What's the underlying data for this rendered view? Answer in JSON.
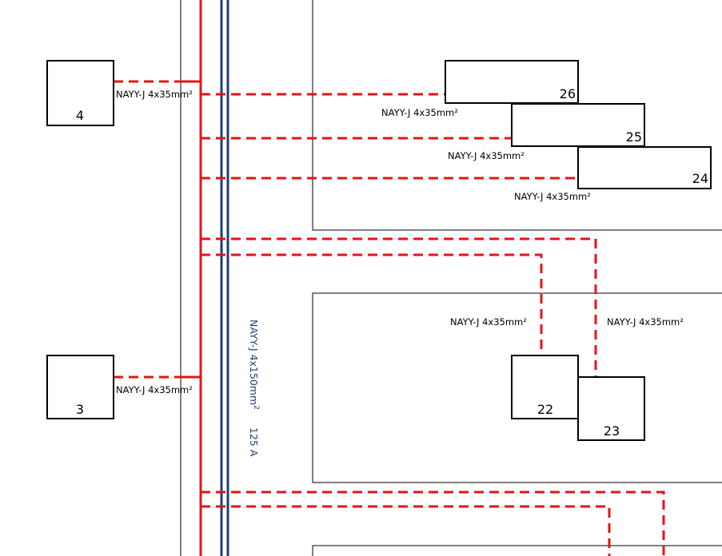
{
  "colors": {
    "cable_red": "#e31414",
    "busbar_blue": "#1f3e6e",
    "outline": "#000000"
  },
  "cable_label": "NAYY-J 4x35mm²",
  "main_cable": {
    "label": "NAYY-J 4x150mm",
    "superscript": "2",
    "rating": "125 A"
  },
  "boxes": {
    "b4": "4",
    "b3": "3",
    "b26": "26",
    "b25": "25",
    "b24": "24",
    "b22": "22",
    "b23": "23"
  }
}
